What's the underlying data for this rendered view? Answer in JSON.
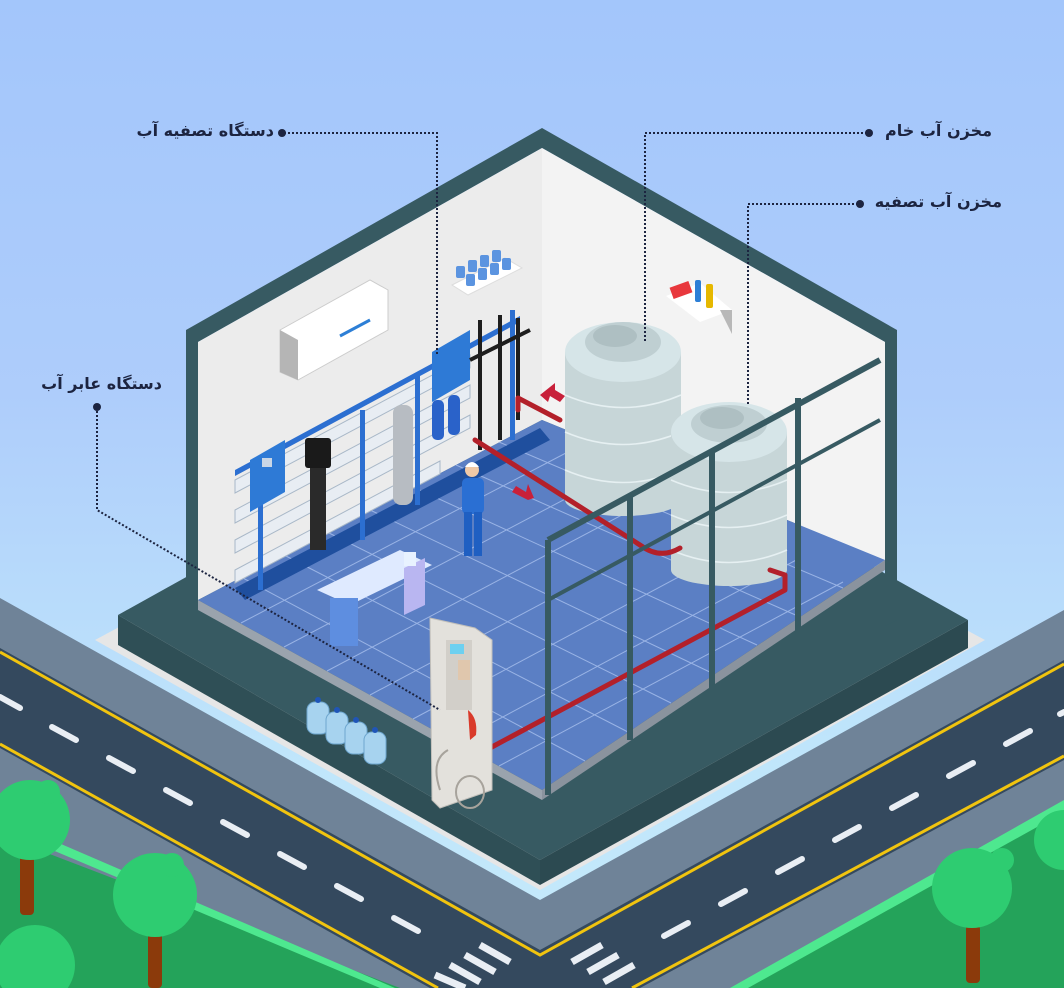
{
  "title": "Water purification and vending station — isometric diagram",
  "callouts": [
    {
      "id": "purifier",
      "text": "دستگاه تصفیه آب",
      "target": "water-purification-unit"
    },
    {
      "id": "raw-tank",
      "text": "مخزن آب خام",
      "target": "raw-water-tank"
    },
    {
      "id": "treated-tank",
      "text": "مخزن آب تصفیه",
      "target": "treated-water-tank"
    },
    {
      "id": "dispenser",
      "text": "دستگاه عابر آب",
      "target": "water-vending-machine"
    }
  ],
  "scene": {
    "objects": [
      "wall-air-conditioner",
      "cup-rack-shelf",
      "chemical-bottles-shelf",
      "ro-purification-unit",
      "raw-water-tank",
      "treated-water-tank",
      "worker",
      "lab-table",
      "water-vending-machine",
      "water-jugs",
      "glass-partition",
      "red-pipes",
      "flow-arrows",
      "roads",
      "crosswalks",
      "trees"
    ],
    "water_jug_count": 4,
    "cup_count": 8
  },
  "colors": {
    "sky_top": "#a3c6fb",
    "sky_bottom": "#c6eafb",
    "building_frame": "#375a62",
    "wall": "#f0f0f0",
    "floor": "#5b7fc4",
    "pipe": "#b3202a",
    "road": "#34495e",
    "road_line": "#f1c40f",
    "sidewalk": "#6f8398",
    "grass": "#4ee88f",
    "tree": "#2ecc71",
    "trunk": "#8b3a0b",
    "label_text": "#1c2440"
  }
}
